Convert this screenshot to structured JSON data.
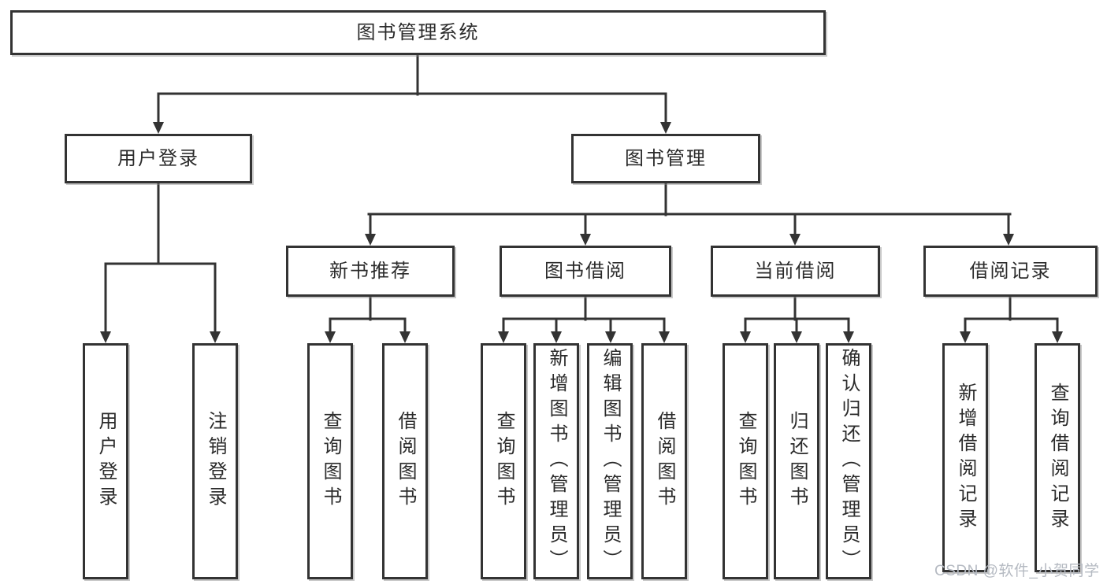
{
  "diagram": {
    "root": "图书管理系统",
    "branches": [
      {
        "label": "用户登录",
        "children": [
          "用户登录",
          "注销登录"
        ]
      },
      {
        "label": "图书管理",
        "groups": [
          {
            "label": "新书推荐",
            "children": [
              "查询图书",
              "借阅图书"
            ]
          },
          {
            "label": "图书借阅",
            "children": [
              "查询图书",
              "新增图书（管理员）",
              "编辑图书（管理员）",
              "借阅图书"
            ]
          },
          {
            "label": "当前借阅",
            "children": [
              "查询图书",
              "归还图书",
              "确认归还（管理员）"
            ]
          },
          {
            "label": "借阅记录",
            "children": [
              "新增借阅记录",
              "查询借阅记录"
            ]
          }
        ]
      }
    ],
    "colors": {
      "line": "#333333",
      "text": "#2b2b2b",
      "background": "#ffffff",
      "watermark": "#b5bac2"
    },
    "watermark": "CSDN @软件_小贺同学"
  }
}
